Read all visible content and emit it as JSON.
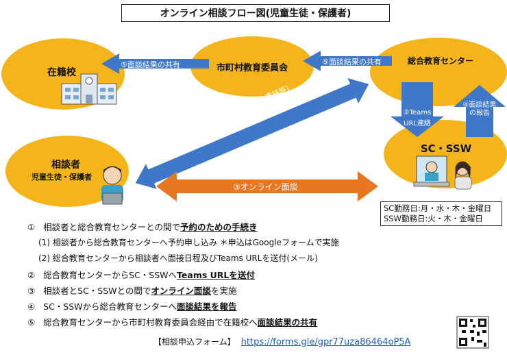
{
  "title": "オンライン相談フロー図(児童生徒・保護者)",
  "nodes": {
    "school": "在籍校",
    "board": "市町村教育委員会",
    "center": "総合教育センター",
    "scssw": "SC・SSW",
    "consultee": "相談者",
    "consultee_sub": "児童生徒・保護者"
  },
  "arrows": {
    "share_to_board": "⑤面談結果の共有",
    "share_to_school": "⑤面談結果の共有",
    "reserve": "①予約(申込・Teams URL連絡等)",
    "online": "③オンライン面談",
    "teams_url_line1": "②Teams",
    "teams_url_line2": "URL連絡",
    "report_line1": "④面談結果",
    "report_line2": "の報告"
  },
  "schedule": {
    "sc": "SC勤務日:月・水・木・金曜日",
    "ssw": "SSW勤務日:火・木・金曜日"
  },
  "steps": {
    "s1_num": "①",
    "s1_text": "相談者と総合教育センターとの間で",
    "s1_bold": "予約のための手続き",
    "s1a": "(1)  相談者から総合教育センターへ予約申し込み  ＊申込はGoogleフォームで実施",
    "s1b": "(2)  総合教育センターから相談者へ面接日程及びTeams URLを送付(メール)",
    "s2_num": "②",
    "s2_text": "総合教育センターからSC・SSWへ",
    "s2_bold": "Teams URLを送付",
    "s3_num": "③",
    "s3_text": "相談者とSC・SSWとの間で",
    "s3_bold": "オンライン面談",
    "s3_tail": "を実施",
    "s4_num": "④",
    "s4_text": "SC・SSWから総合教育センターへ",
    "s4_bold": "面談結果を報告",
    "s5_num": "⑤",
    "s5_text": "総合教育センターから市町村教育委員会経由で在籍校へ",
    "s5_bold": "面談結果の共有"
  },
  "form": {
    "label": "【相談申込フォーム】",
    "url": "https://forms.gle/gpr77uza86464oP5A"
  },
  "colors": {
    "ellipse": "#f5b51a",
    "blue_arrow": "#3f78c8",
    "orange_arrow": "#e87722"
  }
}
